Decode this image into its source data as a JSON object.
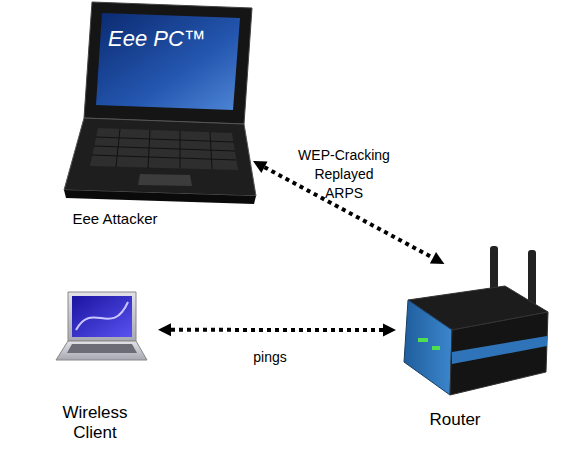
{
  "diagram": {
    "nodes": [
      {
        "text": [
          "Eee PC™",
          "Eee Attacker"
        ]
      },
      {
        "text": [
          "Wireless Client"
        ]
      },
      {
        "text": [
          "Router"
        ]
      }
    ],
    "edges": [
      {
        "from": 0,
        "to": 2,
        "arrow": "both",
        "label": "WEP-Cracking Replayed ARPS"
      },
      {
        "from": 1,
        "to": 2,
        "arrow": "both",
        "label": "pings"
      }
    ]
  }
}
